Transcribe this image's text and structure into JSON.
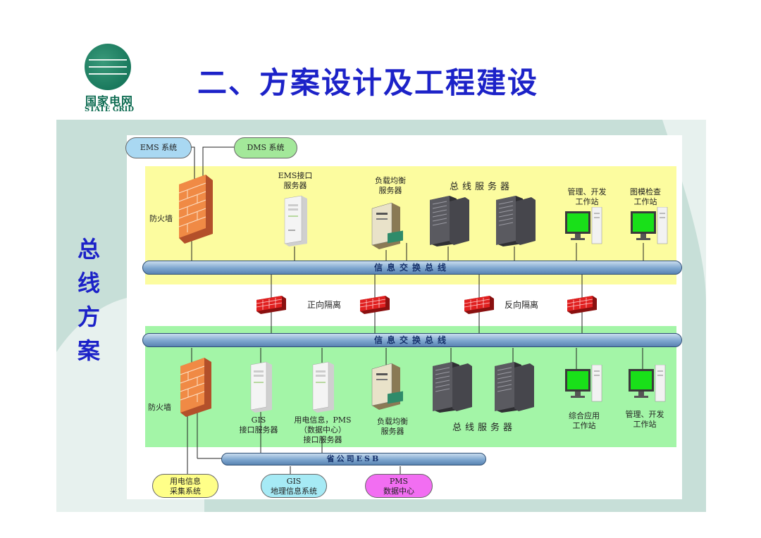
{
  "logo": {
    "name_cn": "国家电网",
    "name_en": "STATE GRID"
  },
  "title": "二、方案设计及工程建设",
  "side_title": [
    "总",
    "线",
    "方",
    "案"
  ],
  "top_systems": {
    "ems": "EMS 系统",
    "dms": "DMS 系统"
  },
  "upper_zone": {
    "firewall_label": "防火墙",
    "ems_server": [
      "EMS接口",
      "服务器"
    ],
    "load_balancer": [
      "负载均衡",
      "服务器"
    ],
    "bus_servers": "总线服务器",
    "mgmt_workstation": [
      "管理、开发",
      "工作站"
    ],
    "model_workstation": [
      "图模检查",
      "工作站"
    ],
    "bus_label": "信息交换总线"
  },
  "isolation": {
    "forward": "正向隔离",
    "reverse": "反向隔离"
  },
  "lower_zone": {
    "bus_label": "信息交换总线",
    "firewall_label": "防火墙",
    "gis_server": [
      "GIS",
      "接口服务器"
    ],
    "pms_server": [
      "用电信息，PMS",
      "（数据中心）",
      "接口服务器"
    ],
    "load_balancer": [
      "负载均衡",
      "服务器"
    ],
    "bus_servers": "总线服务器",
    "app_workstation": [
      "综合应用",
      "工作站"
    ],
    "mgmt_workstation": [
      "管理、开发",
      "工作站"
    ]
  },
  "esb_label": "省公司ESB",
  "bottom_systems": {
    "consumption": [
      "用电信息",
      "采集系统"
    ],
    "gis": [
      "GIS",
      "地理信息系统"
    ],
    "pms": [
      "PMS",
      "数据中心"
    ]
  },
  "colors": {
    "title": "#1c22c8",
    "yellow_zone": "#fcfc9f",
    "green_zone": "#a3f5a7",
    "bus": "#7ea6cf",
    "oval_blue": "#a9d8f2",
    "oval_green": "#a3e89a",
    "oval_yellow": "#ffff88",
    "oval_cyan": "#a6eaf5",
    "oval_magenta": "#f26ef2",
    "brand_green": "#0b6a50"
  },
  "icons": [
    "firewall-icon",
    "server-tower-icon",
    "rack-server-icon",
    "workstation-icon",
    "isolation-device-icon"
  ]
}
